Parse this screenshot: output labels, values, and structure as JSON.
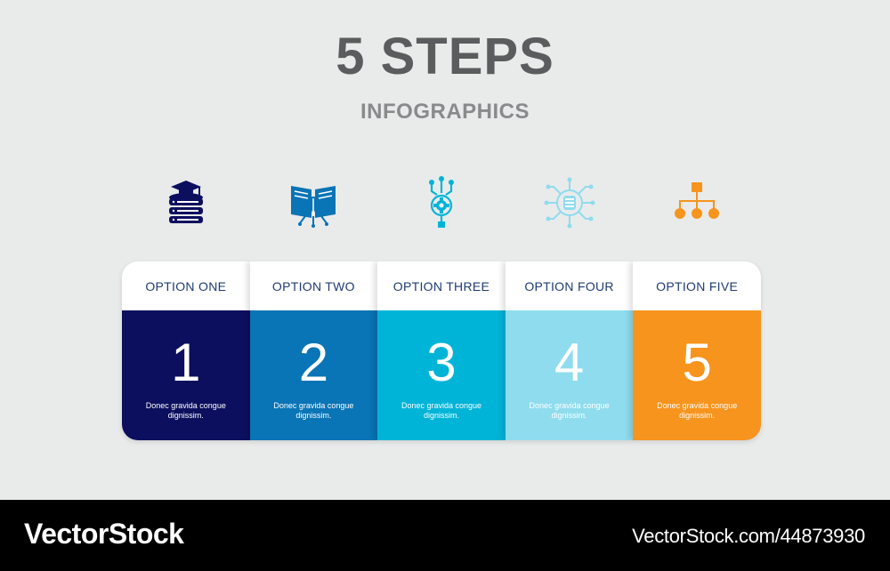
{
  "header": {
    "title": "5 STEPS",
    "subtitle": "INFOGRAPHICS"
  },
  "steps": [
    {
      "label": "OPTION ONE",
      "number": "1",
      "text": "Donec gravida congue dignissim.",
      "color": "#0c0f5e",
      "icon": "database-graduation-cap-icon"
    },
    {
      "label": "OPTION TWO",
      "number": "2",
      "text": "Donec gravida congue dignissim.",
      "color": "#0974b6",
      "icon": "book-brain-icon"
    },
    {
      "label": "OPTION THREE",
      "number": "3",
      "text": "Donec gravida congue dignissim.",
      "color": "#00b4d8",
      "icon": "gear-network-icon"
    },
    {
      "label": "OPTION FOUR",
      "number": "4",
      "text": "Donec gravida congue dignissim.",
      "color": "#8fdcee",
      "icon": "database-gear-network-icon"
    },
    {
      "label": "OPTION FIVE",
      "number": "5",
      "text": "Donec gravida congue dignissim.",
      "color": "#f7941d",
      "icon": "hierarchy-icon"
    }
  ],
  "footer": {
    "brand": "VectorStock",
    "url": "VectorStock.com/44873930"
  }
}
